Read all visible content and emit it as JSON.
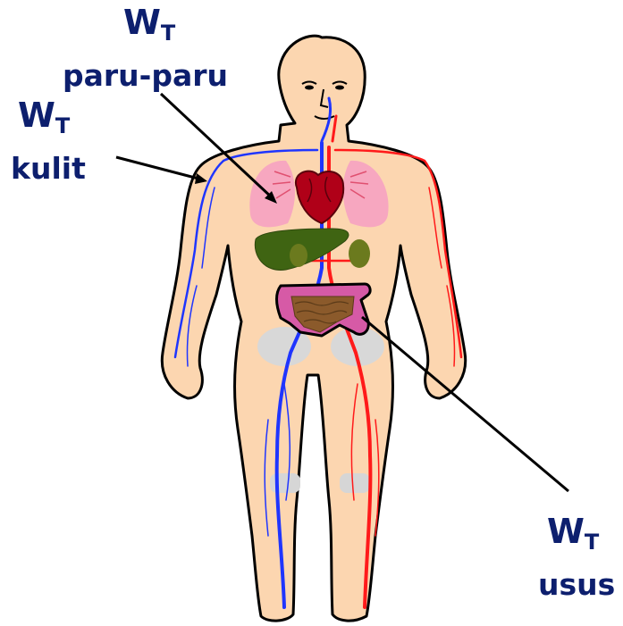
{
  "labels": {
    "lungs": {
      "symbol": "W",
      "subscript": "T",
      "name": "paru-paru"
    },
    "skin": {
      "symbol": "W",
      "subscript": "T",
      "name": "kulit"
    },
    "intestine": {
      "symbol": "W",
      "subscript": "T",
      "name": "usus"
    }
  },
  "colors": {
    "skin": "#fcd6b0",
    "outline": "#000000",
    "label_text": "#0d1f6e",
    "veins": "#1f35ff",
    "arteries": "#ff1a1a",
    "lungs": "#f7a7c0",
    "heart": "#b00018",
    "liver": "#3f6412",
    "kidneys": "#6b7a1e",
    "large_intestine": "#d65aa6",
    "small_intestine": "#8b5a2b",
    "bones": "#d0d0d0"
  }
}
